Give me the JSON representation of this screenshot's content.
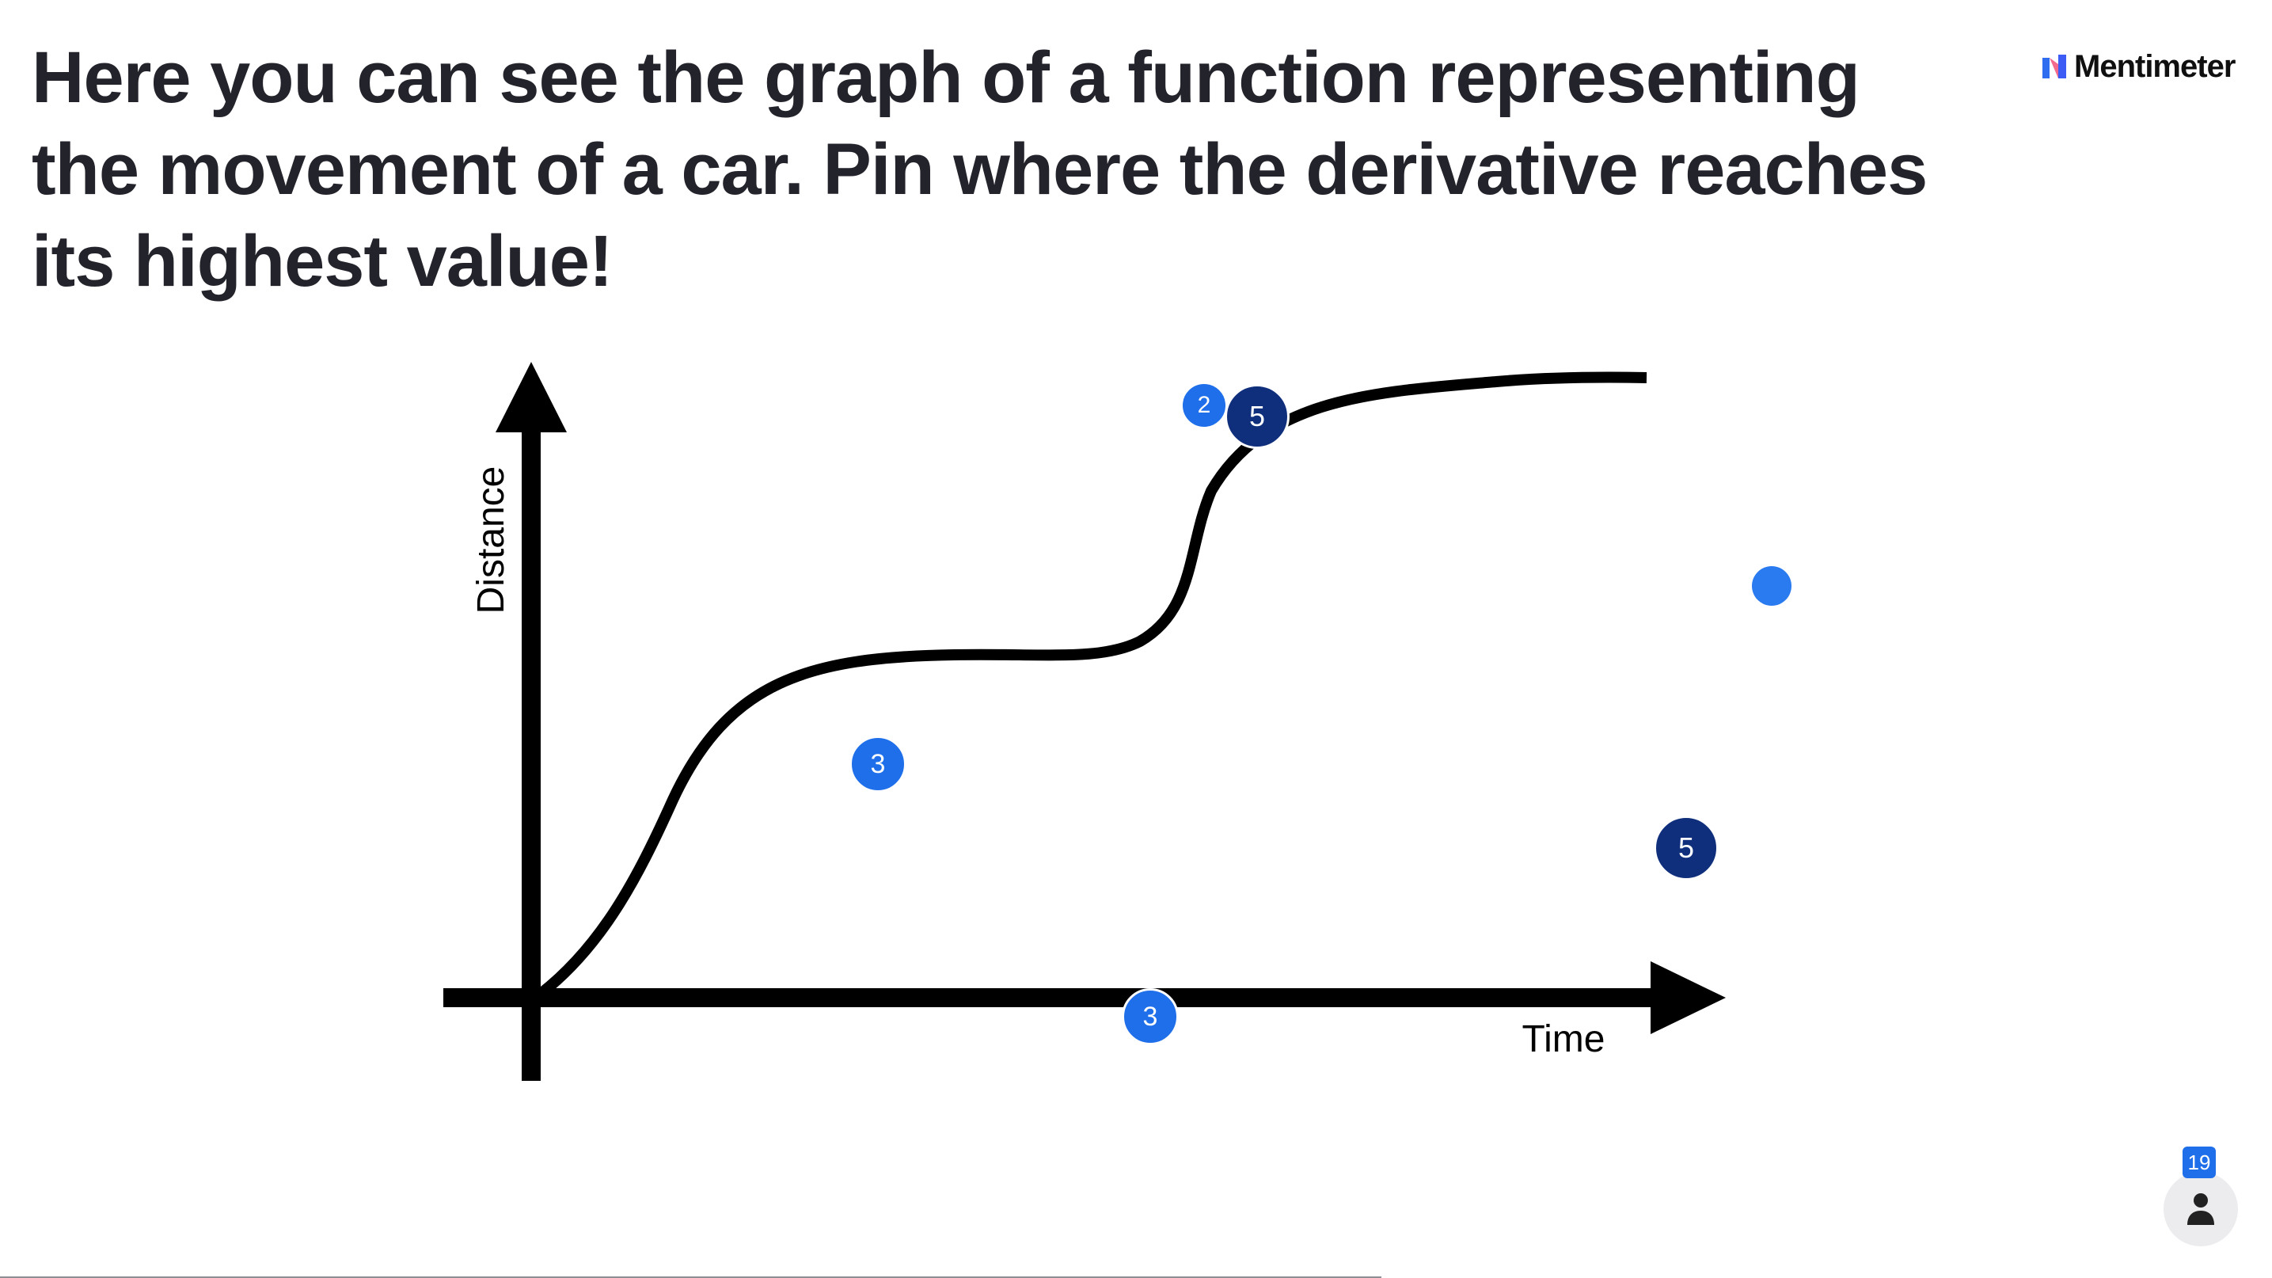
{
  "question": {
    "title": "Here you can see the graph of a function representing the movement of a car. Pin where the derivative reaches its highest value!"
  },
  "brand": {
    "name": "Mentimeter"
  },
  "graph": {
    "y_axis_label": "Distance",
    "x_axis_label": "Time"
  },
  "pins": [
    {
      "label": "2",
      "shade": "light"
    },
    {
      "label": "5",
      "shade": "dark"
    },
    {
      "label": "3",
      "shade": "light"
    },
    {
      "label": "5",
      "shade": "dark"
    },
    {
      "label": "3",
      "shade": "light"
    },
    {
      "label": "",
      "shade": "light"
    }
  ],
  "participants": {
    "count": "19",
    "icon": "person-icon"
  },
  "colors": {
    "text": "#23232b",
    "pin_light": "#1f6fea",
    "pin_dark": "#0f2f7c",
    "curve": "#000000"
  }
}
